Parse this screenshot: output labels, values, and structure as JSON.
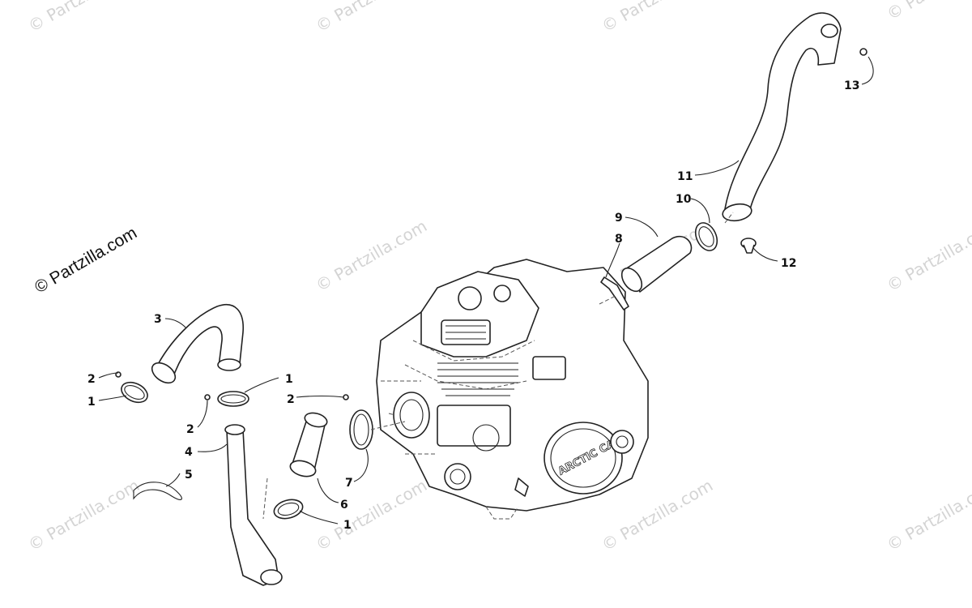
{
  "credit": "© Partzilla.com",
  "watermark_text": "© Partzilla.com",
  "engine_brand": "ARCTIC CAT",
  "callouts": [
    {
      "id": "c1a",
      "label": "1"
    },
    {
      "id": "c1b",
      "label": "1"
    },
    {
      "id": "c1c",
      "label": "1"
    },
    {
      "id": "c2a",
      "label": "2"
    },
    {
      "id": "c2b",
      "label": "2"
    },
    {
      "id": "c2c",
      "label": "2"
    },
    {
      "id": "c3",
      "label": "3"
    },
    {
      "id": "c4",
      "label": "4"
    },
    {
      "id": "c5",
      "label": "5"
    },
    {
      "id": "c6",
      "label": "6"
    },
    {
      "id": "c7",
      "label": "7"
    },
    {
      "id": "c8",
      "label": "8"
    },
    {
      "id": "c9",
      "label": "9"
    },
    {
      "id": "c10",
      "label": "10"
    },
    {
      "id": "c11",
      "label": "11"
    },
    {
      "id": "c12",
      "label": "12"
    },
    {
      "id": "c13",
      "label": "13"
    }
  ]
}
